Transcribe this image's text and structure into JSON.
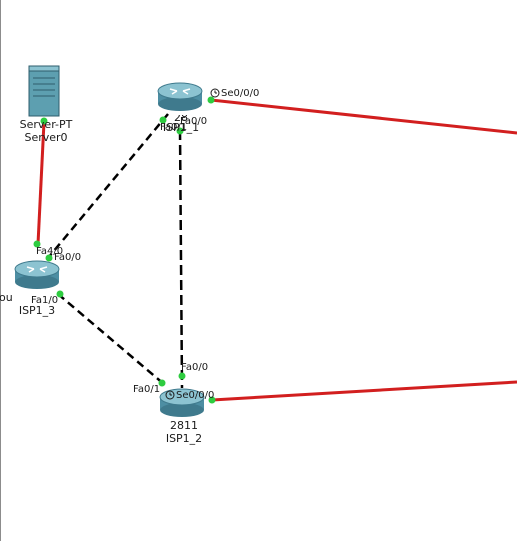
{
  "colors": {
    "serial_link": "#d21f1f",
    "ethernet_link": "#000000",
    "port_up": "#2ecc40",
    "router_body": "#5fa3b8",
    "server_body": "#5d9fb0"
  },
  "devices": {
    "server0": {
      "model": "Server-PT",
      "name": "Server0",
      "icon": "server-icon"
    },
    "isp1_1": {
      "model": "28",
      "name": "ISP1_1",
      "icon": "router-icon"
    },
    "isp1_2": {
      "model": "2811",
      "name": "ISP1_2",
      "icon": "router-icon"
    },
    "isp1_3": {
      "model": "Rou",
      "name": "ISP1_3",
      "icon": "router-icon"
    }
  },
  "ports": {
    "isp1_1_se": "Se0/0/0",
    "isp1_1_fa01": "Fa0/1",
    "isp1_1_fa00": "Fa0/0",
    "isp1_3_fa40": "Fa4/0",
    "isp1_3_fa00": "Fa0/0",
    "isp1_3_fa10": "Fa1/0",
    "isp1_2_fa00": "Fa0/0",
    "isp1_2_fa01": "Fa0/1",
    "isp1_2_se": "Se0/0/0"
  },
  "links": [
    {
      "from": "Server0",
      "to": "ISP1_3",
      "type": "copper-straight"
    },
    {
      "from": "ISP1_1",
      "to": "ISP1_3",
      "type": "copper-cross"
    },
    {
      "from": "ISP1_1",
      "to": "ISP1_2",
      "type": "copper-cross"
    },
    {
      "from": "ISP1_3",
      "to": "ISP1_2",
      "type": "copper-cross"
    },
    {
      "from": "ISP1_1",
      "to": "offscreen",
      "type": "serial-dce"
    },
    {
      "from": "ISP1_2",
      "to": "offscreen",
      "type": "serial-dce"
    }
  ]
}
